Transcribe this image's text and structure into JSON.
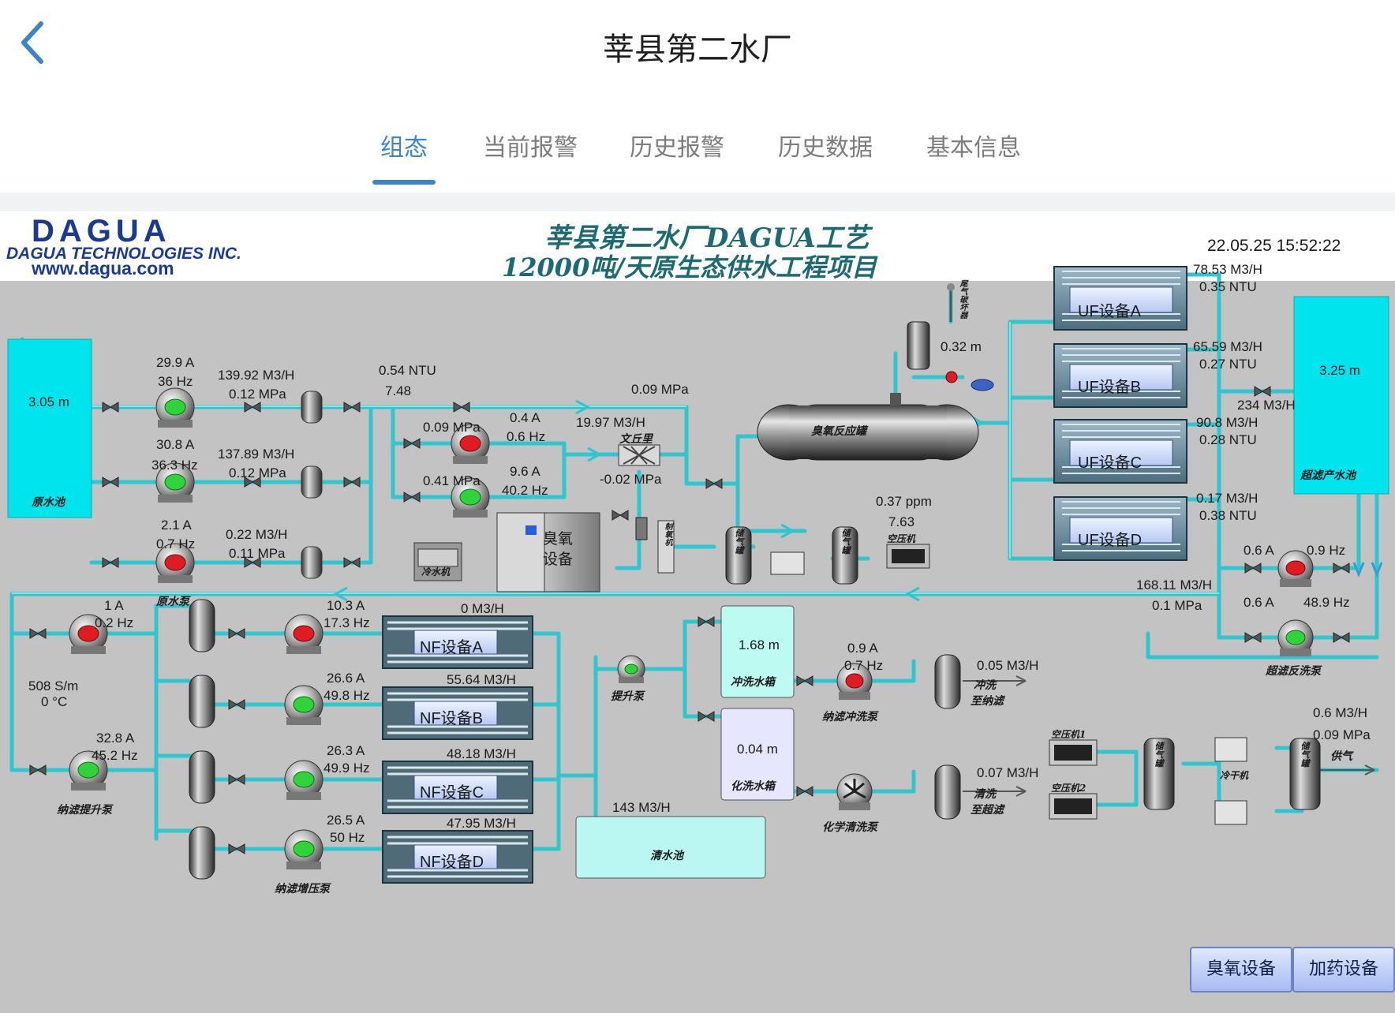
{
  "app": {
    "title": "莘县第二水厂"
  },
  "tabs": [
    {
      "label": "组态",
      "active": true
    },
    {
      "label": "当前报警",
      "active": false
    },
    {
      "label": "历史报警",
      "active": false
    },
    {
      "label": "历史数据",
      "active": false
    },
    {
      "label": "基本信息",
      "active": false
    }
  ],
  "header": {
    "logo_line1": "DAGUA",
    "logo_line2": "DAGUA TECHNOLOGIES INC.",
    "logo_line3": "www.dagua.com",
    "title_line1": "莘县第二水厂DAGUA工艺",
    "title_line2": "12000吨/天原生态供水工程项目",
    "timestamp": "22.05.25 15:52:22"
  },
  "raw_tank": {
    "level": "3.05 m",
    "label": "原水池"
  },
  "raw_pumps": {
    "label": "原水泵",
    "p1": {
      "current": "29.9 A",
      "freq": "36 Hz",
      "flow": "139.92 M3/H",
      "pressure": "0.12 MPa",
      "status": "running"
    },
    "p2": {
      "current": "30.8 A",
      "freq": "36.3 Hz",
      "flow": "137.89 M3/H",
      "pressure": "0.12 MPa",
      "status": "running"
    },
    "p3": {
      "current": "2.1 A",
      "freq": "0.7 Hz",
      "flow": "0.22 M3/H",
      "pressure": "0.11 MPa",
      "status": "stopped"
    }
  },
  "raw_quality": {
    "turbidity": "0.54 NTU",
    "ph": "7.48"
  },
  "booster": {
    "p1": {
      "pressure": "0.09 MPa",
      "current": "0.4 A",
      "freq": "0.6 Hz",
      "status": "stopped"
    },
    "p2": {
      "pressure": "0.41 MPa",
      "current": "9.6 A",
      "freq": "40.2 Hz",
      "status": "running"
    }
  },
  "venturi": {
    "label": "文丘里",
    "flow": "19.97 M3/H",
    "pressure_out": "0.09 MPa",
    "pressure_in": "-0.02 MPa"
  },
  "ozone_reactor": {
    "label": "臭氧反应罐",
    "ozone": "0.37 ppm",
    "ph": "7.63"
  },
  "exhaust": {
    "label": "尾气破坏器",
    "level": "0.32 m"
  },
  "ozone_gen": {
    "label1": "臭氧",
    "label2": "设备",
    "chiller": "冷水机",
    "oxygen": "制氧机",
    "tank1": "储气罐",
    "tank2": "储气罐",
    "compressor": "空压机"
  },
  "uf": [
    {
      "name": "UF设备A",
      "flow": "78.53 M3/H",
      "turbidity": "0.35 NTU"
    },
    {
      "name": "UF设备B",
      "flow": "65.59 M3/H",
      "turbidity": "0.27 NTU"
    },
    {
      "name": "UF设备C",
      "flow": "90.8 M3/H",
      "turbidity": "0.28 NTU"
    },
    {
      "name": "UF设备D",
      "flow": "0.17 M3/H",
      "turbidity": "0.38 NTU"
    }
  ],
  "uf_product": {
    "level": "3.25 m",
    "label": "超滤产水池",
    "flow": "234 M3/H"
  },
  "uf_backwash": {
    "label": "超滤反洗泵",
    "flow": "168.11 M3/H",
    "pressure": "0.1 MPa",
    "p1": {
      "current": "0.6 A",
      "freq": "0.9 Hz",
      "status": "stopped"
    },
    "p2": {
      "current": "0.6 A",
      "freq": "48.9 Hz",
      "status": "running"
    }
  },
  "nf_lift": {
    "label": "纳滤提升泵",
    "conductivity": "508 S/m",
    "temp": "0 °C",
    "p1": {
      "current": "1 A",
      "freq": "0.2 Hz",
      "status": "stopped"
    },
    "p2": {
      "current": "32.8 A",
      "freq": "45.2 Hz",
      "status": "running"
    }
  },
  "nf_booster": {
    "label": "纳滤增压泵"
  },
  "nf": [
    {
      "name": "NF设备A",
      "flow": "0 M3/H",
      "current": "10.3 A",
      "freq": "17.3 Hz",
      "status": "stopped"
    },
    {
      "name": "NF设备B",
      "flow": "55.64 M3/H",
      "current": "26.6 A",
      "freq": "49.8 Hz",
      "status": "running"
    },
    {
      "name": "NF设备C",
      "flow": "48.18 M3/H",
      "current": "26.3 A",
      "freq": "49.9 Hz",
      "status": "running"
    },
    {
      "name": "NF设备D",
      "flow": "47.95 M3/H",
      "current": "26.5 A",
      "freq": "50 Hz",
      "status": "running"
    }
  ],
  "clear_tank": {
    "label": "清水池",
    "flow": "143 M3/H"
  },
  "lift_pump": {
    "label": "提升泵"
  },
  "flush_tank": {
    "level": "1.68 m",
    "label": "冲洗水箱"
  },
  "chem_tank": {
    "level": "0.04 m",
    "label": "化洗水箱"
  },
  "nf_flush_pump": {
    "label": "纳滤冲洗泵",
    "current": "0.9 A",
    "freq": "0.7 Hz",
    "flow": "0.05 M3/H",
    "dest1": "冲洗",
    "dest2": "至纳滤"
  },
  "chem_pump": {
    "label": "化学清洗泵",
    "flow": "0.07 M3/H",
    "dest1": "清洗",
    "dest2": "至超滤"
  },
  "air": {
    "comp1": "空压机1",
    "comp2": "空压机2",
    "tank1": "储气罐",
    "tank2": "储气罐",
    "dryer": "冷干机",
    "flow": "0.6 M3/H",
    "pressure": "0.09 MPa",
    "supply": "供气"
  },
  "buttons": {
    "ozone": "臭氧设备",
    "dosing": "加药设备"
  },
  "colors": {
    "pipe": "#2fc7cf",
    "tank": "#00e4ee",
    "running": "#2fd43a",
    "stopped": "#e01b22",
    "panel": "#c3c3c3",
    "accent": "#3a86c8"
  }
}
